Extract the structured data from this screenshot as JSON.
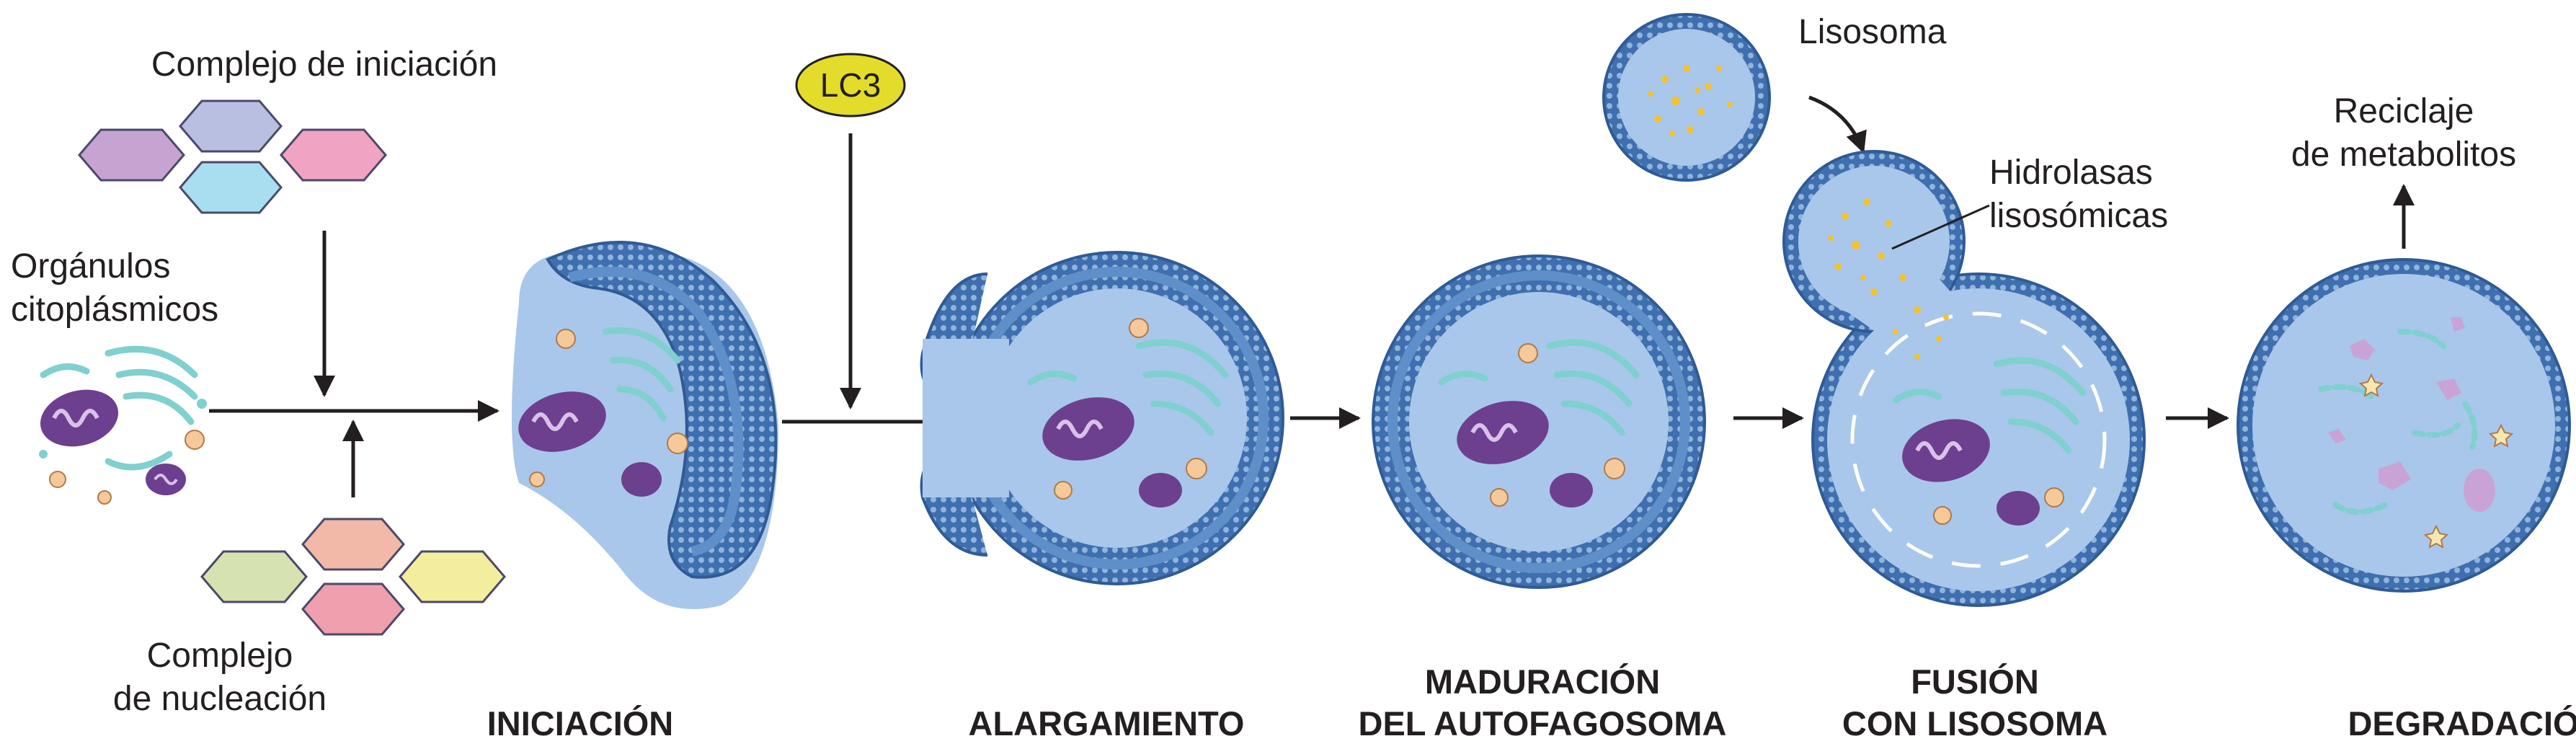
{
  "labels": {
    "initiation_complex": "Complejo de iniciación",
    "organelles_line1": "Orgánulos",
    "organelles_line2": "citoplásmicos",
    "nucleation_line1": "Complejo",
    "nucleation_line2": "de nucleación",
    "lc3": "LC3",
    "lysosome": "Lisosoma",
    "hydrolases_line1": "Hidrolasas",
    "hydrolases_line2": "lisosómicas",
    "recycling_line1": "Reciclaje",
    "recycling_line2": "de metabolitos"
  },
  "stages": {
    "initiation": "INICIACIÓN",
    "elongation": "ALARGAMIENTO",
    "maturation_line1": "MADURACIÓN",
    "maturation_line2": "DEL AUTOFAGOSOMA",
    "fusion_line1": "FUSIÓN",
    "fusion_line2": "CON LISOSOMA",
    "degradation": "DEGRADACIÓN"
  },
  "colors": {
    "membrane_outer": "#3f6fae",
    "membrane_inner": "#8fb4de",
    "lumen": "#5f8fc8",
    "cytoplasm": "#a9c7ea",
    "mitochondria": "#6d3f8f",
    "mito_cristae": "#d9c2ea",
    "er": "#7fd0cf",
    "vesicle": "#f6c99a",
    "hydrolase": "#f2c230",
    "lc3": "#e3dc2a",
    "complex_purple": "#c7a3d1",
    "complex_lavender": "#b9bfe0",
    "complex_pink": "#f0a3c3",
    "complex_cyan": "#a9def1",
    "complex_green": "#d6e3b0",
    "complex_salmon": "#f2b8a8",
    "complex_rose": "#ef9fae",
    "complex_yellow": "#f3ee9e",
    "arrow": "#231f20"
  }
}
